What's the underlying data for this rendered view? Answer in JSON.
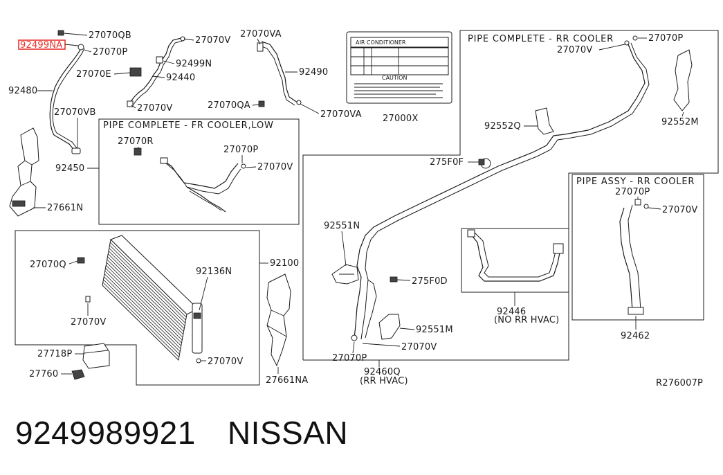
{
  "highlight_color": "#e8332f",
  "caption": {
    "part_number": "9249989921",
    "brand": "NISSAN"
  },
  "reference_code": "R276007P",
  "boxes": {
    "fr_cooler_low": "PIPE COMPLETE - FR COOLER,LOW",
    "rr_cooler": "PIPE COMPLETE - RR COOLER",
    "rr_cooler_assy": "PIPE ASSY - RR COOLER"
  },
  "label_card": {
    "title": "AIR CONDITIONER",
    "caution": "CAUTION"
  },
  "labels": {
    "l_27070QB": "27070QB",
    "l_92499NA": "92499NA",
    "l_27070P_a": "27070P",
    "l_27070E": "27070E",
    "l_92480": "92480",
    "l_27070VB": "27070VB",
    "l_92450": "92450",
    "l_27661N": "27661N",
    "l_27070V_a": "27070V",
    "l_92499N": "92499N",
    "l_92440": "92440",
    "l_27070V_b": "27070V",
    "l_27070VA_a": "27070VA",
    "l_92490": "92490",
    "l_27070QA": "27070QA",
    "l_27070VA_b": "27070VA",
    "l_27000X": "27000X",
    "l_27070R": "27070R",
    "l_27070P_b": "27070P",
    "l_27070V_c": "27070V",
    "l_27070Q": "27070Q",
    "l_92136N": "92136N",
    "l_92100": "92100",
    "l_27070V_d": "27070V",
    "l_27070V_e": "27070V",
    "l_27718P": "27718P",
    "l_27760": "27760",
    "l_27661NA": "27661NA",
    "l_27070P_c": "27070P",
    "l_27070V_f": "27070V",
    "l_92552Q": "92552Q",
    "l_92552M": "92552M",
    "l_275F0F": "275F0F",
    "l_92551N": "92551N",
    "l_275F0D": "275F0D",
    "l_92551M": "92551M",
    "l_27070V_g": "27070V",
    "l_27070P_d": "27070P",
    "l_92460Q": "92460Q",
    "l_rr_hvac": "(RR HVAC)",
    "l_92446": "92446",
    "l_no_rr_hvac": "(NO RR HVAC)",
    "l_27070P_e": "27070P",
    "l_27070V_h": "27070V",
    "l_92462": "92462"
  }
}
